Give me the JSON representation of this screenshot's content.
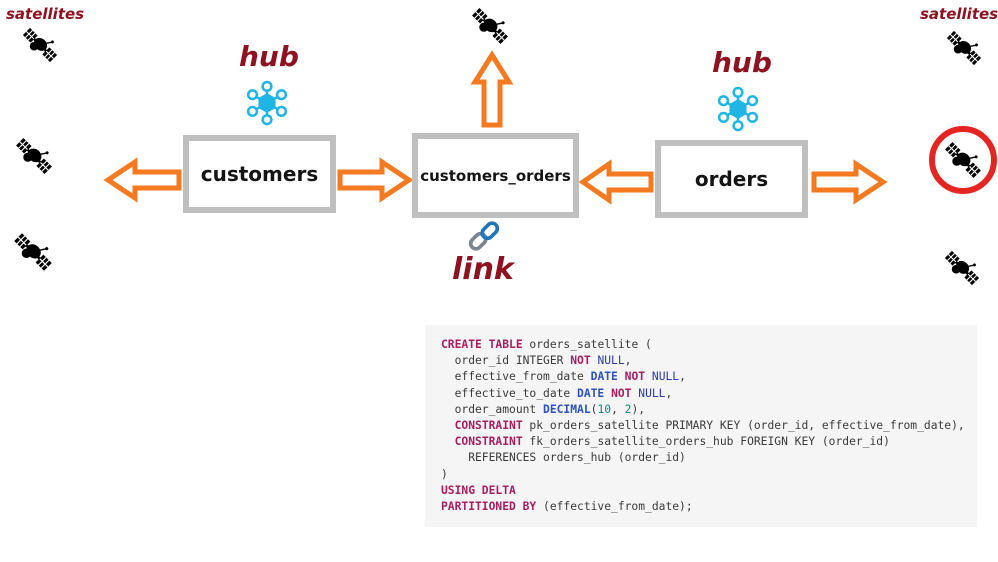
{
  "labels": {
    "satellites_left": "satellites",
    "satellites_right": "satellites",
    "hub_left": "hub",
    "hub_right": "hub",
    "link": "link"
  },
  "nodes": {
    "customers": "customers",
    "customers_orders": "customers_orders",
    "orders": "orders"
  },
  "icons": {
    "satellite": "satellite-icon",
    "hub": "hub-spoke-icon",
    "link": "chain-link-icon",
    "highlight": "red-circle-highlight",
    "arrows": [
      "arrow-left",
      "arrow-right",
      "arrow-up"
    ]
  },
  "colors": {
    "orange": "#f4791f",
    "maroon": "#8e1220",
    "cyan": "#1fb5e4",
    "red": "#e42522",
    "link-blue": "#2277bb",
    "link-gray": "#7b868e",
    "code-bg": "#f5f5f5",
    "code-fg": "#3a3a3a",
    "code-kw": "#a71d5d",
    "code-ty": "#2a52c0",
    "code-null": "#2b38ad",
    "code-num": "#0e8a72"
  },
  "code": {
    "language": "sql",
    "lines": [
      [
        {
          "c": "kw",
          "t": "CREATE TABLE"
        },
        {
          "c": "pl",
          "t": " orders_satellite ("
        }
      ],
      [
        {
          "c": "pl",
          "t": "  order_id INTEGER "
        },
        {
          "c": "kw",
          "t": "NOT"
        },
        {
          "c": "pl",
          "t": " "
        },
        {
          "c": "nul",
          "t": "NULL"
        },
        {
          "c": "pl",
          "t": ","
        }
      ],
      [
        {
          "c": "pl",
          "t": "  effective_from_date "
        },
        {
          "c": "ty",
          "t": "DATE"
        },
        {
          "c": "pl",
          "t": " "
        },
        {
          "c": "kw",
          "t": "NOT"
        },
        {
          "c": "pl",
          "t": " "
        },
        {
          "c": "nul",
          "t": "NULL"
        },
        {
          "c": "pl",
          "t": ","
        }
      ],
      [
        {
          "c": "pl",
          "t": "  effective_to_date "
        },
        {
          "c": "ty",
          "t": "DATE"
        },
        {
          "c": "pl",
          "t": " "
        },
        {
          "c": "kw",
          "t": "NOT"
        },
        {
          "c": "pl",
          "t": " "
        },
        {
          "c": "nul",
          "t": "NULL"
        },
        {
          "c": "pl",
          "t": ","
        }
      ],
      [
        {
          "c": "pl",
          "t": "  order_amount "
        },
        {
          "c": "ty",
          "t": "DECIMAL"
        },
        {
          "c": "pl",
          "t": "("
        },
        {
          "c": "num",
          "t": "10"
        },
        {
          "c": "pl",
          "t": ", "
        },
        {
          "c": "num",
          "t": "2"
        },
        {
          "c": "pl",
          "t": "),"
        }
      ],
      [
        {
          "c": "pl",
          "t": "  "
        },
        {
          "c": "kw",
          "t": "CONSTRAINT"
        },
        {
          "c": "pl",
          "t": " pk_orders_satellite PRIMARY KEY (order_id, effective_from_date),"
        }
      ],
      [
        {
          "c": "pl",
          "t": "  "
        },
        {
          "c": "kw",
          "t": "CONSTRAINT"
        },
        {
          "c": "pl",
          "t": " fk_orders_satellite_orders_hub FOREIGN KEY (order_id)"
        }
      ],
      [
        {
          "c": "pl",
          "t": "    REFERENCES orders_hub (order_id)"
        }
      ],
      [
        {
          "c": "pl",
          "t": ")"
        }
      ],
      [
        {
          "c": "kw",
          "t": "USING DELTA"
        }
      ],
      [
        {
          "c": "kw",
          "t": "PARTITIONED BY"
        },
        {
          "c": "pl",
          "t": " (effective_from_date);"
        }
      ]
    ]
  }
}
